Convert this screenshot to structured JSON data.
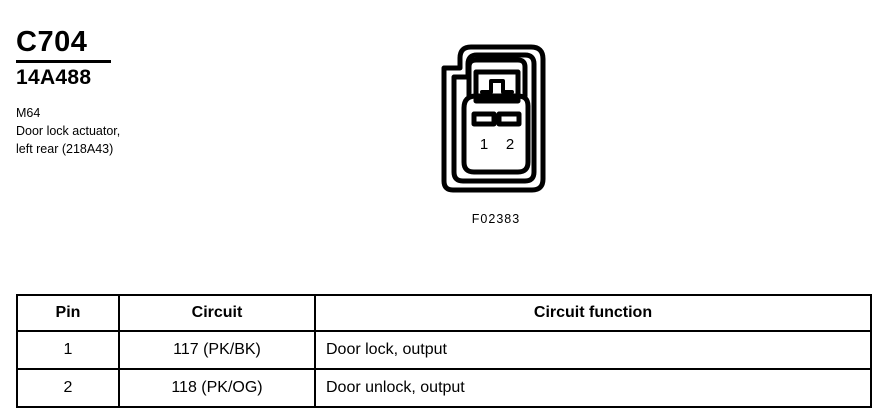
{
  "connector": {
    "id": "C704",
    "part_number": "14A488",
    "description_lines": [
      "M64",
      "Door lock actuator,",
      "left rear (218A43)"
    ]
  },
  "figure": {
    "caption": "F02383",
    "pin_labels": [
      "1",
      "2"
    ]
  },
  "table": {
    "headers": {
      "pin": "Pin",
      "circuit": "Circuit",
      "function": "Circuit function"
    },
    "rows": [
      {
        "pin": "1",
        "circuit": "117 (PK/BK)",
        "function": "Door lock, output"
      },
      {
        "pin": "2",
        "circuit": "118 (PK/OG)",
        "function": "Door unlock, output"
      }
    ]
  },
  "colors": {
    "ink": "#000000",
    "background": "#ffffff"
  }
}
